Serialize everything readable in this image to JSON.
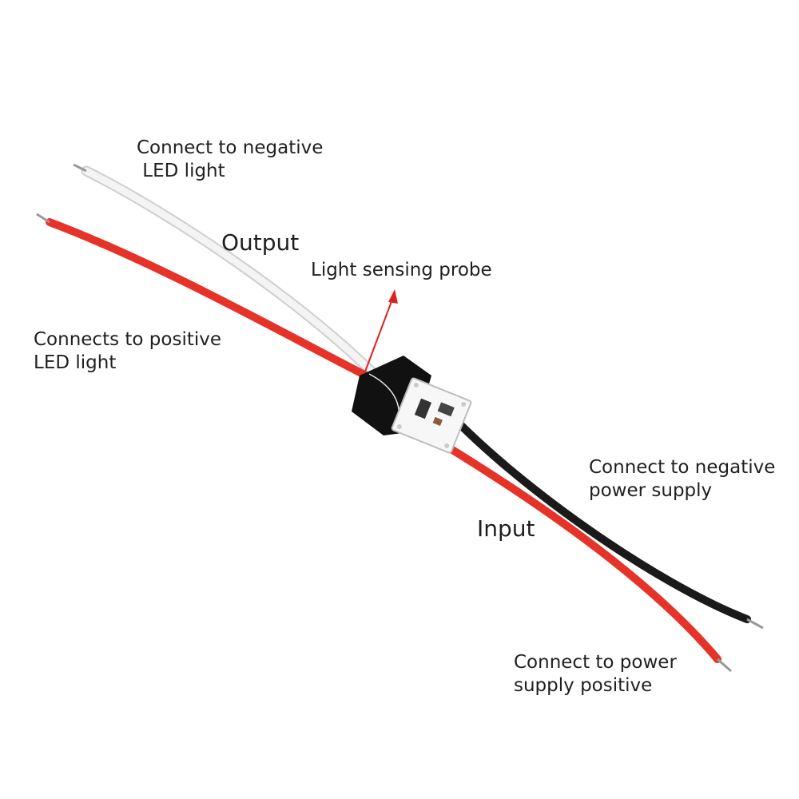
{
  "labels": {
    "negative_led": [
      "Connect to negative",
      " LED light"
    ],
    "output": "Output",
    "probe": "Light sensing probe",
    "positive_led": [
      "Connects to positive",
      "LED light"
    ],
    "negative_power": [
      "Connect to negative",
      "power supply"
    ],
    "input": "Input",
    "positive_power": [
      "Connect to power",
      "supply positive"
    ]
  },
  "colors": {
    "red_wire": "#e63329",
    "white_wire": "#f3f3f3",
    "black_wire": "#1a1a1a",
    "arrow": "#e0201c",
    "board": "#f7f7f7",
    "heatshrink": "#111111"
  }
}
